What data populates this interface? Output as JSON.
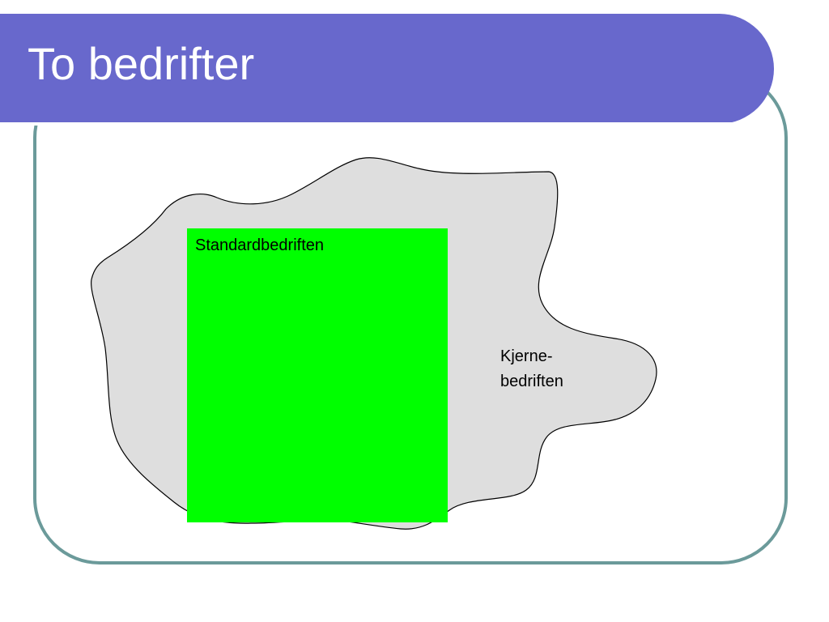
{
  "slide": {
    "title": "To bedrifter"
  },
  "diagram": {
    "inner_label": "Standardbedriften",
    "outer_label_line1": "Kjerne-",
    "outer_label_line2": "bedriften",
    "colors": {
      "title_bar": "#6868cc",
      "frame_border": "#6b9a9a",
      "outer_shape_fill": "#dedede",
      "inner_rect_fill": "#00ff00"
    }
  }
}
